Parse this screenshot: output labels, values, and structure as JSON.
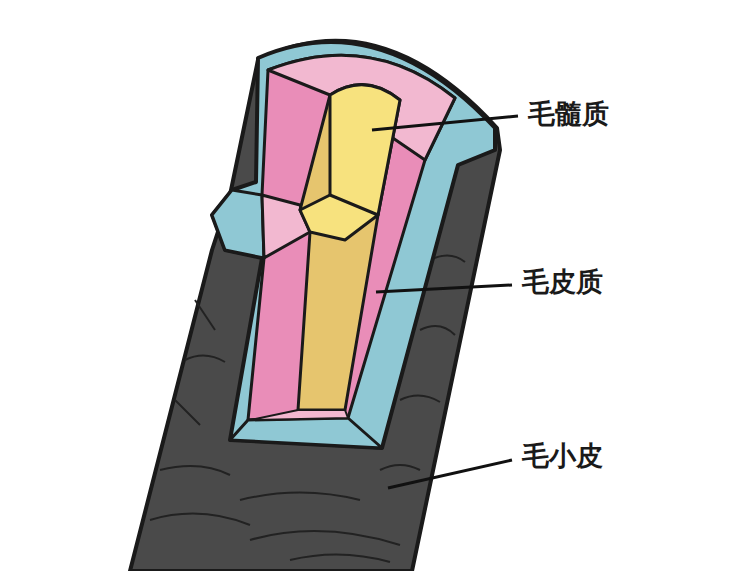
{
  "diagram": {
    "labels": [
      "毛髓质",
      "毛皮质",
      "毛小皮"
    ]
  }
}
